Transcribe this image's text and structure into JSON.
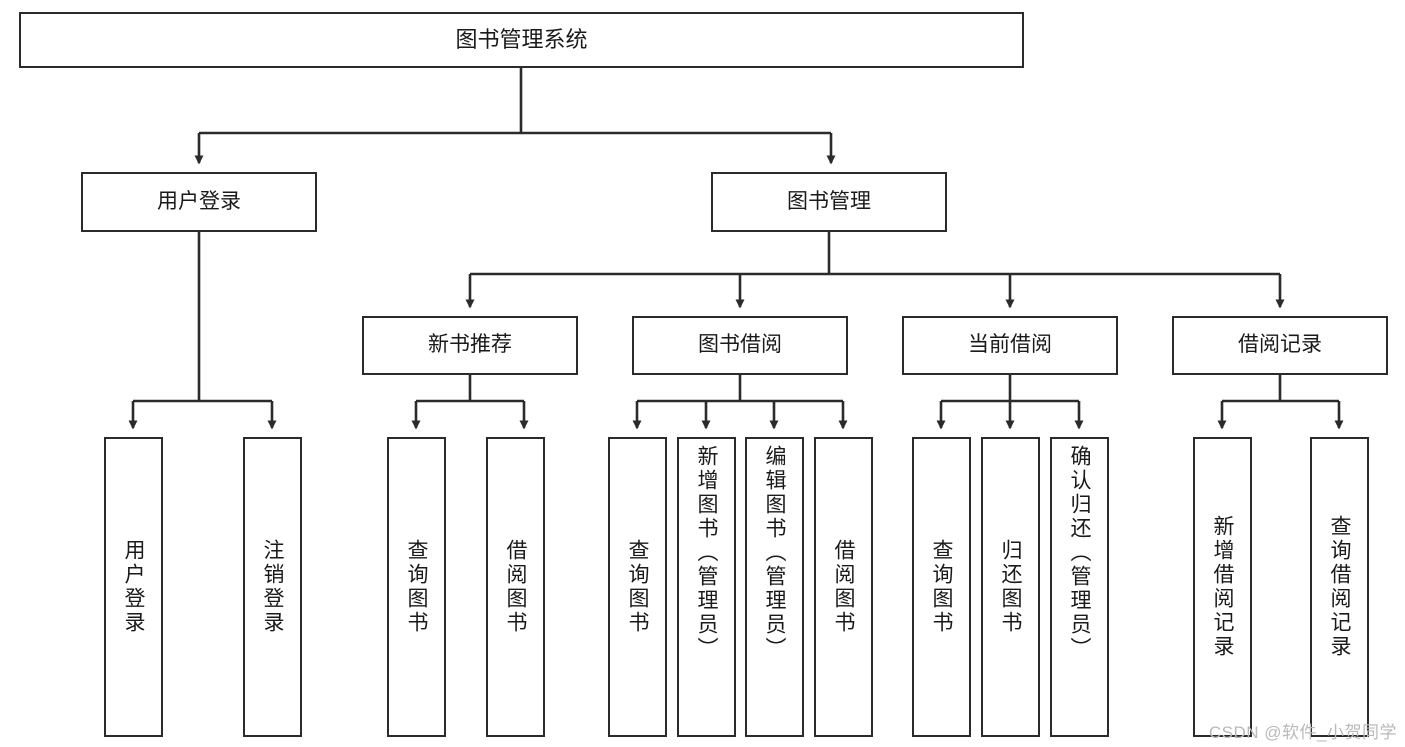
{
  "diagram": {
    "type": "tree",
    "title": "图书管理系统",
    "orientation": "top-down",
    "colors": {
      "node_border": "#2b2b2b",
      "node_fill": "#ffffff",
      "edge": "#2b2b2b",
      "text": "#1a1a1a",
      "watermark": "#b9b9b9",
      "background": "#ffffff"
    }
  },
  "root": {
    "label": "图书管理系统"
  },
  "level2": [
    {
      "label": "用户登录"
    },
    {
      "label": "图书管理"
    }
  ],
  "level3": [
    {
      "label": "新书推荐"
    },
    {
      "label": "图书借阅"
    },
    {
      "label": "当前借阅"
    },
    {
      "label": "借阅记录"
    }
  ],
  "leaves": {
    "user_login": [
      {
        "label": "用户登录"
      },
      {
        "label": "注销登录"
      }
    ],
    "new_book_recommend": [
      {
        "label": "查询图书"
      },
      {
        "label": "借阅图书"
      }
    ],
    "book_borrow": [
      {
        "label": "查询图书"
      },
      {
        "label": "新增图书（管理员）"
      },
      {
        "label": "编辑图书（管理员）"
      },
      {
        "label": "借阅图书"
      }
    ],
    "current_borrow": [
      {
        "label": "查询图书"
      },
      {
        "label": "归还图书"
      },
      {
        "label": "确认归还（管理员）"
      }
    ],
    "borrow_records": [
      {
        "label": "新增借阅记录"
      },
      {
        "label": "查询借阅记录"
      }
    ]
  },
  "watermark": {
    "text": "CSDN @软件_小贺同学"
  }
}
